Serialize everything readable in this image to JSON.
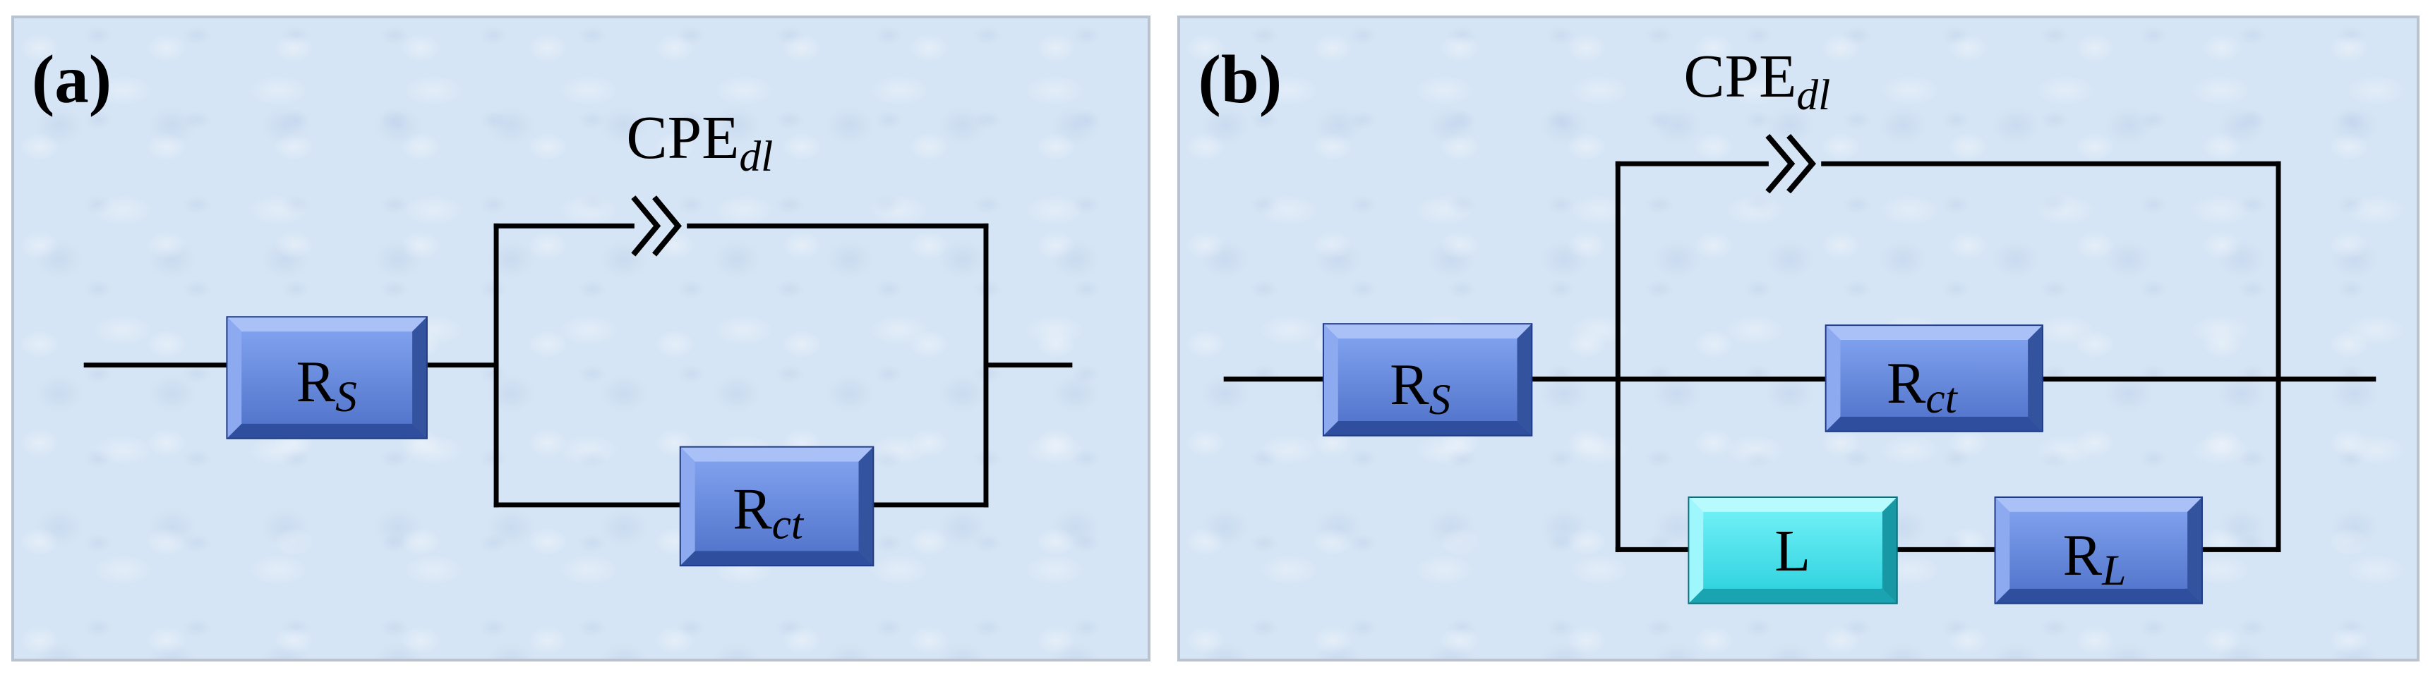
{
  "panels": [
    {
      "id": "a",
      "label": "(a)",
      "cpe": {
        "name": "CPE",
        "sub": "dl"
      },
      "rs": {
        "name": "R",
        "sub": "S"
      },
      "rct": {
        "name": "R",
        "sub": "ct"
      }
    },
    {
      "id": "b",
      "label": "(b)",
      "cpe": {
        "name": "CPE",
        "sub": "dl"
      },
      "rs": {
        "name": "R",
        "sub": "S"
      },
      "rct": {
        "name": "R",
        "sub": "ct"
      },
      "l": {
        "name": "L"
      },
      "rl": {
        "name": "R",
        "sub": "L"
      }
    }
  ],
  "colors": {
    "resistor_fill": "#5b7fd6",
    "resistor_dark": "#2c4ea8",
    "resistor_light": "#7c9ef0",
    "inductor_fill": "#3fe4ee",
    "inductor_dark": "#1aa8b6",
    "wire": "#000000",
    "background": "#d6e5f5"
  }
}
